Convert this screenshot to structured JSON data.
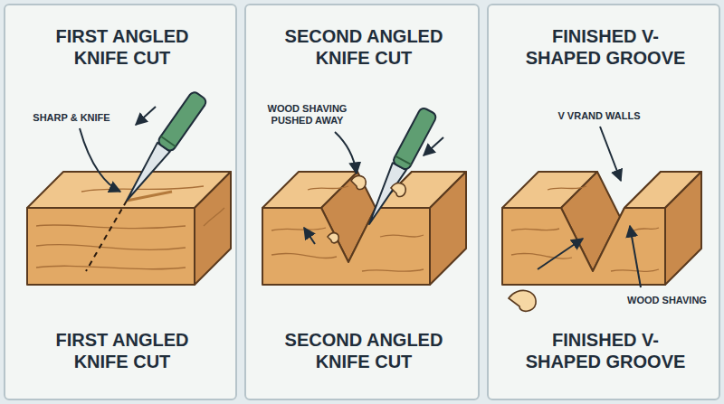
{
  "diagram": {
    "nodes": [
      {
        "text": [
          "FIRST ANGLED KNIFE CUT",
          "SHARP & KNIFE",
          "FIRST ANGLED KNIFE CUT"
        ]
      },
      {
        "text": [
          "SECOND ANGLED KNIFE CUT",
          "WOOD SHAVING PUSHED AWAY",
          "SECOND ANGLED KNIFE CUT"
        ]
      },
      {
        "text": [
          "FINISHED V-SHAPED GROOVE",
          "V VRAND WALLS",
          "WOOD SHAVING",
          "FINISHED V-SHAPED GROOVE"
        ]
      }
    ]
  }
}
